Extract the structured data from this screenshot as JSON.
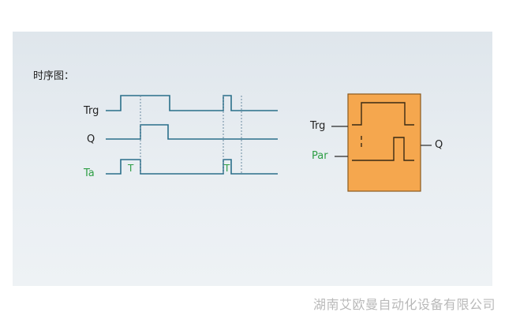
{
  "heading": "时序图：",
  "timing": {
    "signals": [
      {
        "id": "trg",
        "label": "Trg",
        "color": "#222222"
      },
      {
        "id": "q",
        "label": "Q",
        "color": "#222222"
      },
      {
        "id": "ta",
        "label": "Ta",
        "color": "#2e9e45"
      }
    ],
    "pulse_labels": [
      "T",
      "T"
    ]
  },
  "block": {
    "input_trg": "Trg",
    "input_par": "Par",
    "output_q": "Q",
    "fill_color": "#f5a74e",
    "border_color": "#8a5a1e"
  },
  "colors": {
    "signal": "#2a6f8a",
    "grid": "#6a8aa0",
    "green": "#2e9e45"
  },
  "footer": "湖南艾欧曼自动化设备有限公司"
}
